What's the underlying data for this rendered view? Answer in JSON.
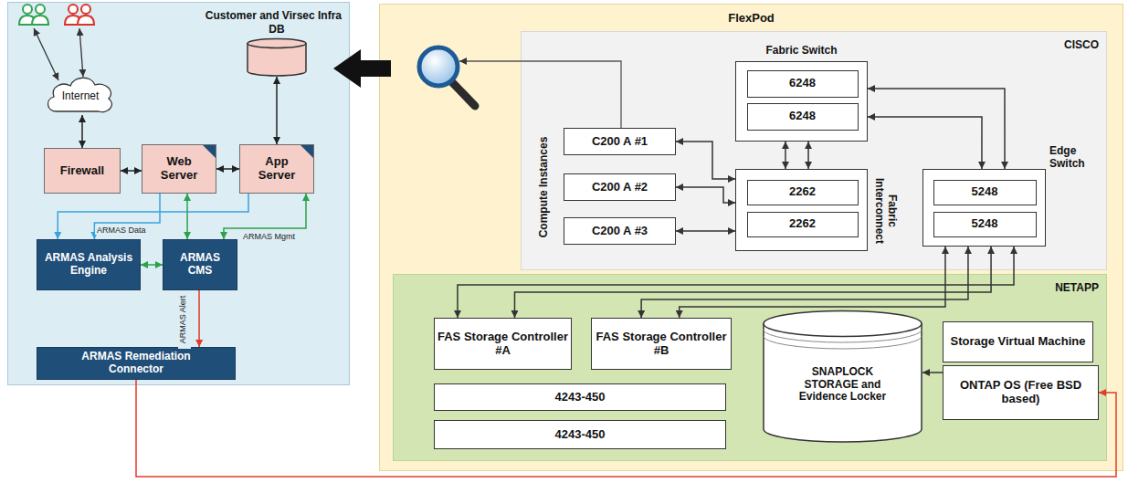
{
  "diagram": {
    "nodes": [
      {
        "text": [
          "Customer and Virsec Infra"
        ]
      },
      {
        "text": [
          "Internet"
        ],
        "in": 0
      },
      {
        "text": [
          "DB"
        ],
        "in": 0
      },
      {
        "text": [
          "Firewall"
        ],
        "in": 0
      },
      {
        "text": [
          "Web Server"
        ],
        "in": 0
      },
      {
        "text": [
          "App Server"
        ],
        "in": 0
      },
      {
        "text": [
          "ARMAS Analysis Engine"
        ],
        "in": 0
      },
      {
        "text": [
          "ARMAS CMS"
        ],
        "in": 0
      },
      {
        "text": [
          "ARMAS Remediation Connector"
        ],
        "in": 0
      },
      {
        "text": [
          "FlexPod"
        ]
      },
      {
        "text": [
          "CISCO"
        ],
        "in": 9
      },
      {
        "text": [
          "Fabric Switch"
        ],
        "in": 10
      },
      {
        "text": [
          "6248"
        ],
        "in": 11
      },
      {
        "text": [
          "6248"
        ],
        "in": 11
      },
      {
        "text": [
          "C200 A #1"
        ],
        "in": 10
      },
      {
        "text": [
          "C200 A #2"
        ],
        "in": 10
      },
      {
        "text": [
          "C200 A #3"
        ],
        "in": 10
      },
      {
        "text": [
          "Fabric Interconnect"
        ],
        "in": 10
      },
      {
        "text": [
          "2262"
        ],
        "in": 17
      },
      {
        "text": [
          "2262"
        ],
        "in": 17
      },
      {
        "text": [
          "Edge Switch"
        ],
        "in": 10
      },
      {
        "text": [
          "5248"
        ],
        "in": 20
      },
      {
        "text": [
          "5248"
        ],
        "in": 20
      },
      {
        "text": [
          "NETAPP"
        ],
        "in": 9
      },
      {
        "text": [
          "FAS Storage Controller #A"
        ],
        "in": 23
      },
      {
        "text": [
          "FAS Storage Controller #B"
        ],
        "in": 23
      },
      {
        "text": [
          "4243-450"
        ],
        "in": 23
      },
      {
        "text": [
          "4243-450"
        ],
        "in": 23
      },
      {
        "text": [
          "SNAPLOCK STORAGE and Evidence Locker"
        ],
        "in": 23
      },
      {
        "text": [
          "Storage Virtual Machine"
        ],
        "in": 23
      },
      {
        "text": [
          "ONTAP OS (Free BSD based)"
        ],
        "in": 23
      }
    ],
    "edges": [
      {
        "from": 1,
        "to": 3,
        "arrow": "both"
      },
      {
        "from": 3,
        "to": 4,
        "arrow": "both"
      },
      {
        "from": 4,
        "to": 5,
        "arrow": "both"
      },
      {
        "from": 5,
        "to": 2,
        "arrow": "both"
      },
      {
        "from": 4,
        "to": 6,
        "arrow": "to",
        "label": "ARMAS Data"
      },
      {
        "from": 5,
        "to": 6,
        "arrow": "to"
      },
      {
        "from": 4,
        "to": 7,
        "arrow": "both"
      },
      {
        "from": 5,
        "to": 7,
        "arrow": "both",
        "label": "ARMAS Mgmt"
      },
      {
        "from": 6,
        "to": 7,
        "arrow": "both"
      },
      {
        "from": 7,
        "to": 8,
        "arrow": "to",
        "label": "ARMAS Alert"
      },
      {
        "from": 8,
        "to": 30,
        "arrow": "to"
      },
      {
        "from": 11,
        "to": 17,
        "arrow": "both"
      },
      {
        "from": 11,
        "to": 17,
        "arrow": "both"
      },
      {
        "from": 11,
        "to": 20,
        "arrow": "both"
      },
      {
        "from": 11,
        "to": 20,
        "arrow": "both"
      },
      {
        "from": 14,
        "to": 17,
        "arrow": "both"
      },
      {
        "from": 15,
        "to": 17,
        "arrow": "both"
      },
      {
        "from": 16,
        "to": 17,
        "arrow": "both"
      },
      {
        "from": 20,
        "to": 24,
        "arrow": "both"
      },
      {
        "from": 20,
        "to": 24,
        "arrow": "both"
      },
      {
        "from": 20,
        "to": 25,
        "arrow": "both"
      },
      {
        "from": 20,
        "to": 25,
        "arrow": "both"
      },
      {
        "from": 30,
        "to": 28,
        "arrow": "to"
      }
    ],
    "labels": [
      "Compute Instances"
    ]
  }
}
